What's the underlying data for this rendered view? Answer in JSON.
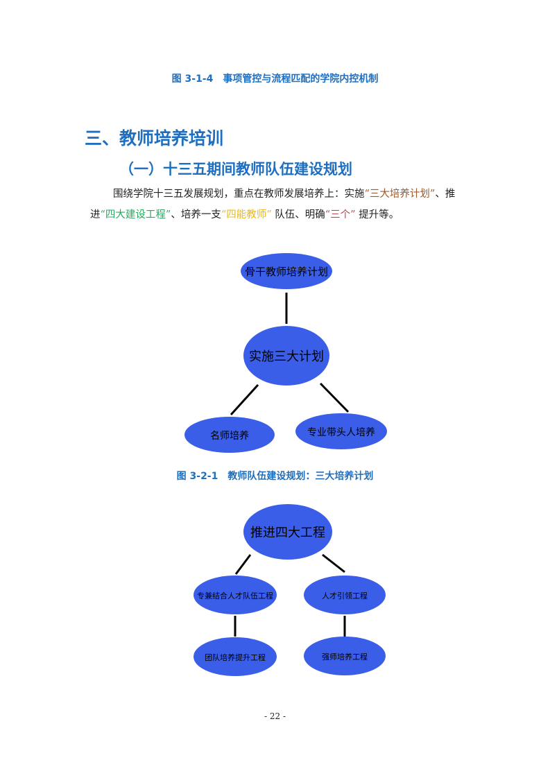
{
  "caption_top": "图 3-1-4　事项管控与流程匹配的学院内控机制",
  "heading1": "三、教师培养培训",
  "heading2": "（一）十三五期间教师队伍建设规划",
  "paragraph": {
    "t1": "围绕学院十三五发展规划，重点在教师发展培养上：实施",
    "q1": "“三大培养计划”",
    "t2": "、推进",
    "q2": "“四大建设工程”",
    "t3": "、培养一支",
    "q3": "“四能教师”",
    "t4": "队伍、明确",
    "q4": "“三个”",
    "t5": "提升等。"
  },
  "diagram1": {
    "top": "骨干教师培养计划",
    "center": "实施三大计划",
    "left": "名师培养",
    "right": "专业带头人培养"
  },
  "caption_mid": "图 3-2-1　教师队伍建设规划：三大培养计划",
  "diagram2": {
    "top": "推进四大工程",
    "mid_left": "专兼结合人才队伍工程",
    "mid_right": "人才引领工程",
    "bottom_left": "团队培养提升工程",
    "bottom_right": "强师培养工程"
  },
  "page_number": "- 22 -",
  "colors": {
    "accent": "#1f6fc0",
    "node": "#3a5ee8"
  }
}
